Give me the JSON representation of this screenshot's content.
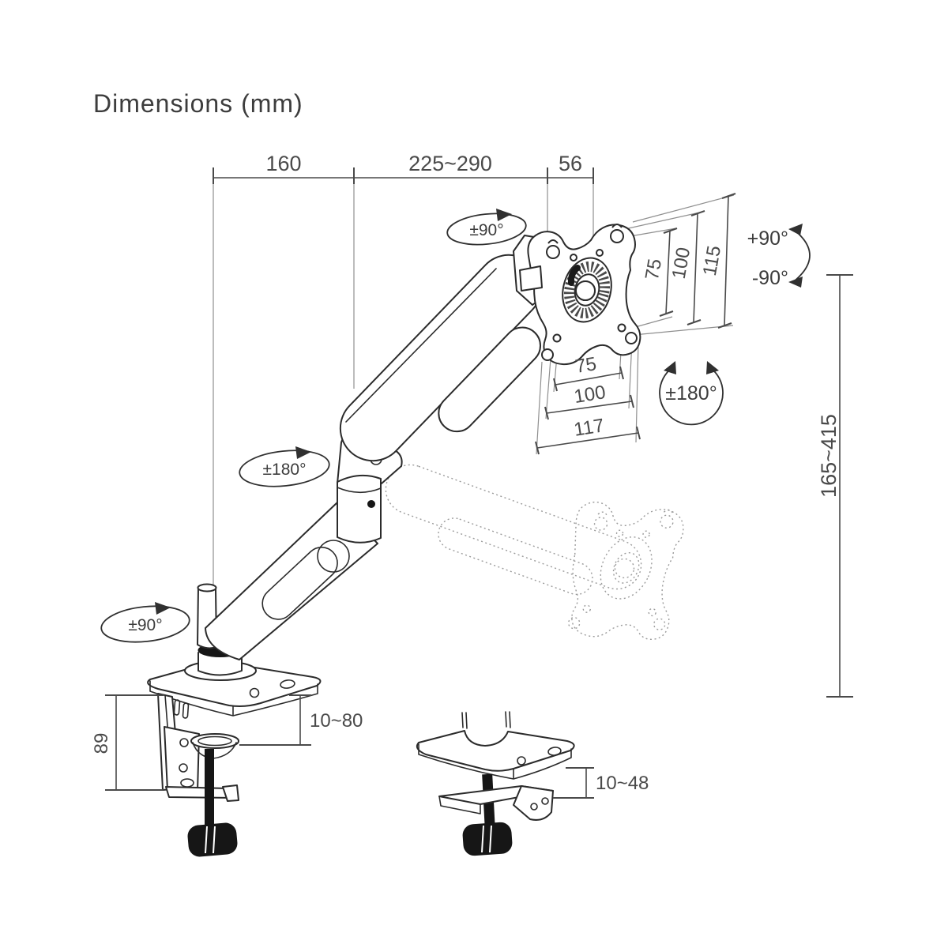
{
  "title": "Dimensions (mm)",
  "units": "mm",
  "dimensions": {
    "top": [
      "160",
      "225~290",
      "56"
    ],
    "vesa_side": [
      "75",
      "100",
      "115"
    ],
    "vesa_bottom": [
      "75",
      "100",
      "117"
    ],
    "height_range": "165~415",
    "clamp_height": "89",
    "clamp_desk_thickness": "10~80",
    "grommet_desk_thickness": "10~48"
  },
  "rotations": {
    "head_swivel": "±90°",
    "vesa_tilt_up": "+90°",
    "vesa_tilt_down": "-90°",
    "vesa_rotate": "±180°",
    "elbow_swivel": "±180°",
    "base_swivel": "±90°"
  },
  "colors": {
    "line": "#2b2b2b",
    "dimension": "#4a4a4a",
    "ghost": "#9b9b9b",
    "solid_fill": "#161616",
    "background": "#ffffff"
  }
}
